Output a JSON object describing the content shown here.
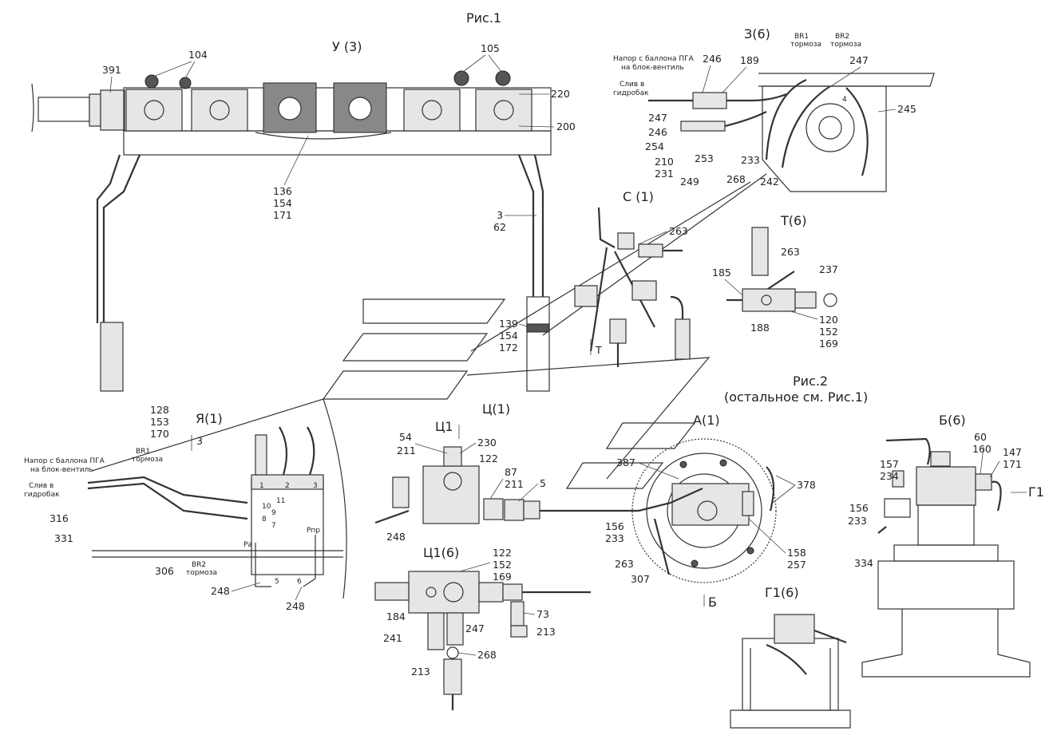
{
  "figure": {
    "fig1_title": "Рис.1",
    "fig2_title": "Рис.2",
    "fig2_subtitle": "(остальное см. Рис.1)"
  },
  "views": {
    "U": "У (3)",
    "Z": "З(6)",
    "C": "С (1)",
    "T": "Т(6)",
    "YA": "Я(1)",
    "TS": "Ц(1)",
    "TS1_section": "Ц1",
    "TS1": "Ц1(6)",
    "A": "А(1)",
    "B": "Б(6)",
    "G1": "Г1(6)",
    "arrow_T": "Т",
    "arrow_3": "3",
    "arrow_B": "Б",
    "arrow_G1": "Г1"
  },
  "notes": {
    "supply_line1": "Напор с баллона ПГА",
    "supply_line2": "на блок-вентиль",
    "drain_line1": "Слив в",
    "drain_line2": "гидробак",
    "br1": "BR1",
    "br2": "BR2",
    "brake": "тормоза",
    "pa": "Pа",
    "ppr": "Рпр",
    "ports": [
      "1",
      "2",
      "3",
      "11",
      "10",
      "9",
      "8",
      "7",
      "5",
      "6",
      "4"
    ]
  },
  "callouts": {
    "c391": "391",
    "c104": "104",
    "c105": "105",
    "c220": "220",
    "c200": "200",
    "c136": "136",
    "c154a": "154",
    "c171a": "171",
    "c3": "3",
    "c62": "62",
    "c139": "139",
    "c154b": "154",
    "c172": "172",
    "z246a": "246",
    "z189": "189",
    "z247a": "247",
    "z247b": "247",
    "z246b": "246",
    "z254": "254",
    "z245": "245",
    "z210": "210",
    "z231": "231",
    "z253": "253",
    "z249": "249",
    "z268": "268",
    "z233": "233",
    "z242": "242",
    "c263a": "263",
    "t263": "263",
    "t237": "237",
    "t185": "185",
    "t188": "188",
    "t120": "120",
    "t152": "152",
    "t169": "169",
    "y128": "128",
    "y153": "153",
    "y170": "170",
    "y316": "316",
    "y331": "331",
    "y306": "306",
    "y248a": "248",
    "y248b": "248",
    "ts54": "54",
    "ts211a": "211",
    "ts230": "230",
    "ts122": "122",
    "ts87": "87",
    "ts211b": "211",
    "ts5": "5",
    "ts248": "248",
    "a387": "387",
    "a378": "378",
    "a156": "156",
    "a233": "233",
    "a263": "263",
    "a307": "307",
    "a158": "158",
    "a257": "257",
    "b60": "60",
    "b160": "160",
    "b147": "147",
    "b171": "171",
    "b157": "157",
    "b234": "234",
    "b156": "156",
    "b233": "233",
    "b334": "334",
    "t1_122": "122",
    "t1_152": "152",
    "t1_169": "169",
    "t1_184": "184",
    "t1_241": "241",
    "t1_247": "247",
    "t1_73": "73",
    "t1_213a": "213",
    "t1_268": "268",
    "t1_213b": "213"
  }
}
